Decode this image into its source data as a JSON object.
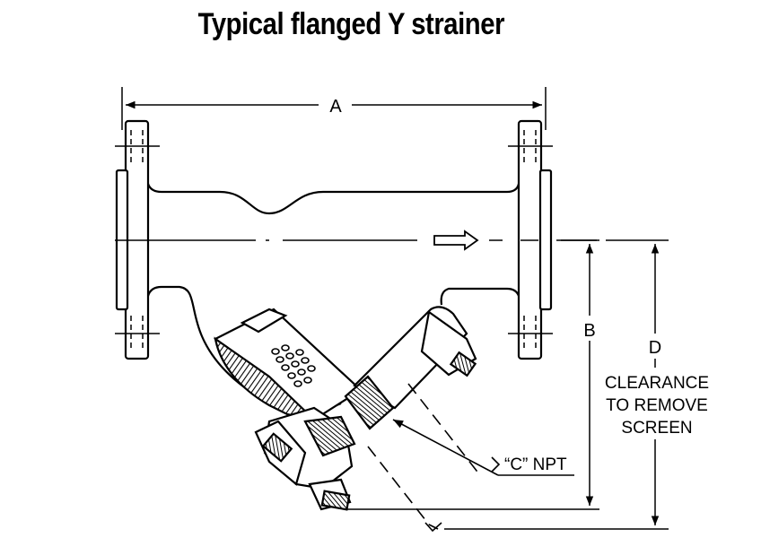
{
  "title": "Typical flanged Y strainer",
  "labels": {
    "a": "A",
    "b": "B",
    "d": "D",
    "clearance": [
      "CLEARANCE",
      "TO REMOVE",
      "SCREEN"
    ],
    "npt": "“C” NPT"
  },
  "colors": {
    "ink": "#000000",
    "background": "#ffffff"
  }
}
